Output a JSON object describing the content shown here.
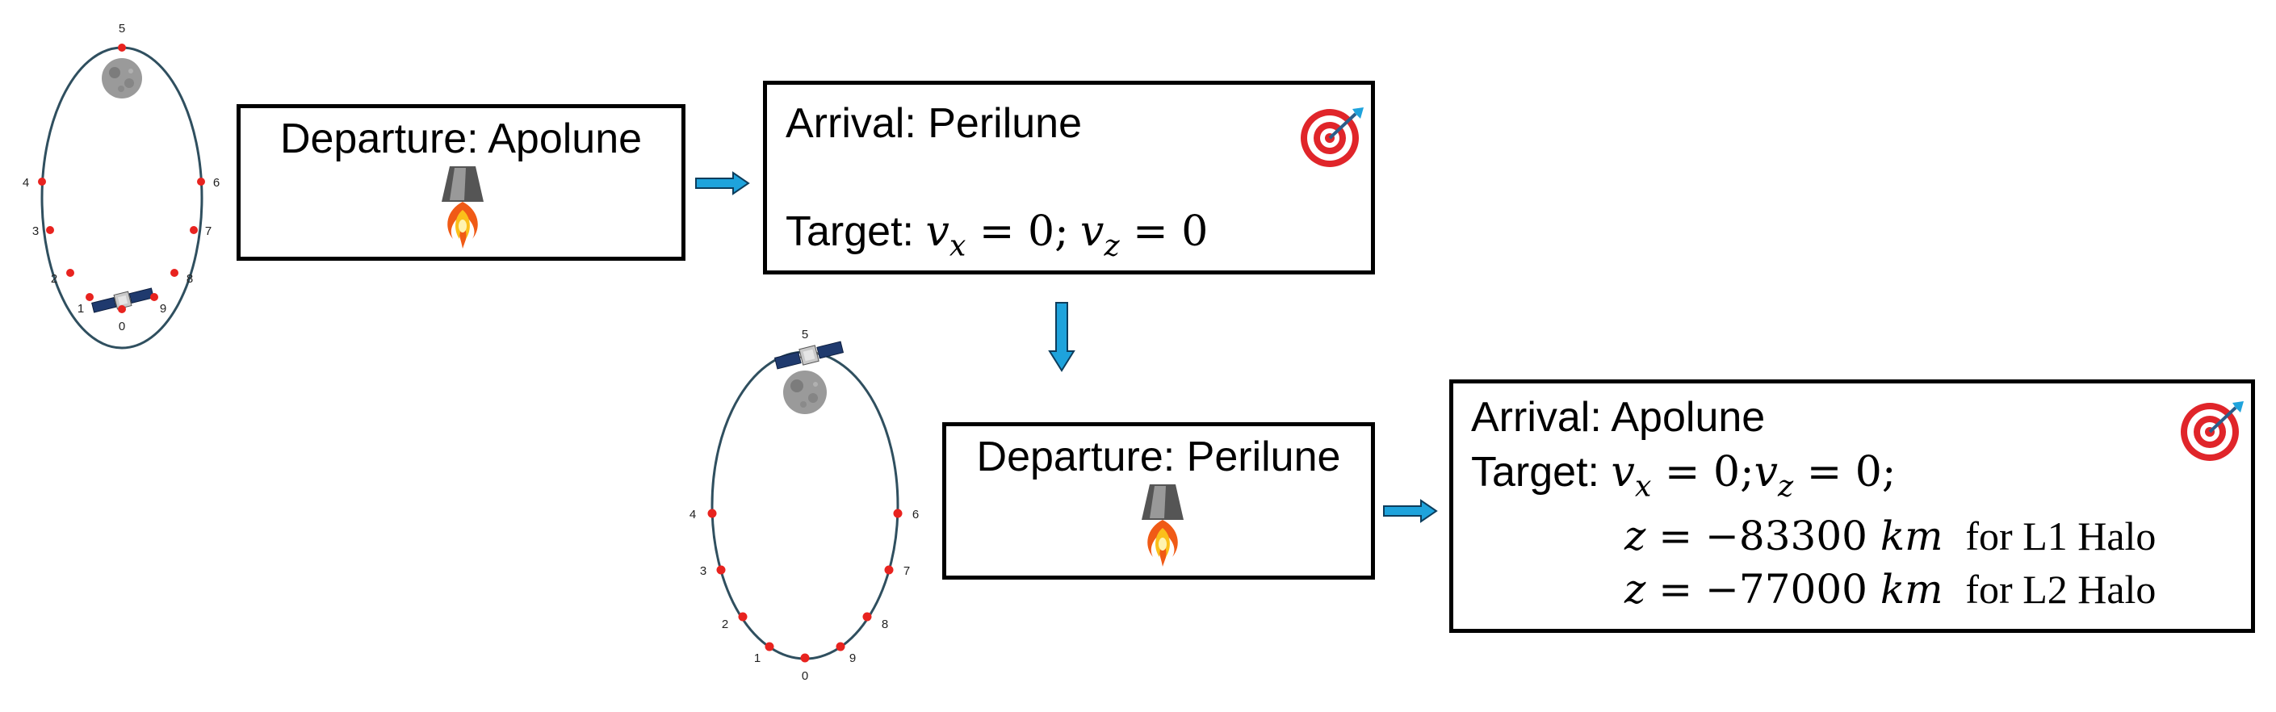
{
  "orbit_labels": [
    "0",
    "1",
    "2",
    "3",
    "4",
    "5",
    "6",
    "7",
    "8",
    "9"
  ],
  "box1": {
    "title": "Departure: Apolune"
  },
  "box2": {
    "title": "Arrival: Perilune",
    "target_label": "Target:",
    "vx": "v",
    "vx_sub": "x",
    "eq1": " = 0;",
    "vz": "v",
    "vz_sub": "z",
    "eq2": " = 0"
  },
  "box3": {
    "title": "Departure: Perilune"
  },
  "box4": {
    "title": "Arrival: Apolune",
    "target_label": "Target:",
    "vx": "v",
    "vx_sub": "x",
    "eq1": " = 0;",
    "vz": "v",
    "vz_sub": "z",
    "eq2": " = 0;",
    "z1_var": "z",
    "z1_eq": " = −83300 ",
    "z1_unit": "km",
    "z1_note": "for L1 Halo",
    "z2_var": "z",
    "z2_eq": " = −77000 ",
    "z2_unit": "km",
    "z2_note": "for L2 Halo"
  },
  "colors": {
    "orbit": "#2f4f5f",
    "point": "#e8231f",
    "arrow": "#1ea3dc",
    "target_red": "#e0252a"
  },
  "icons": [
    "moon-icon",
    "satellite-icon",
    "thruster-icon",
    "target-icon"
  ]
}
